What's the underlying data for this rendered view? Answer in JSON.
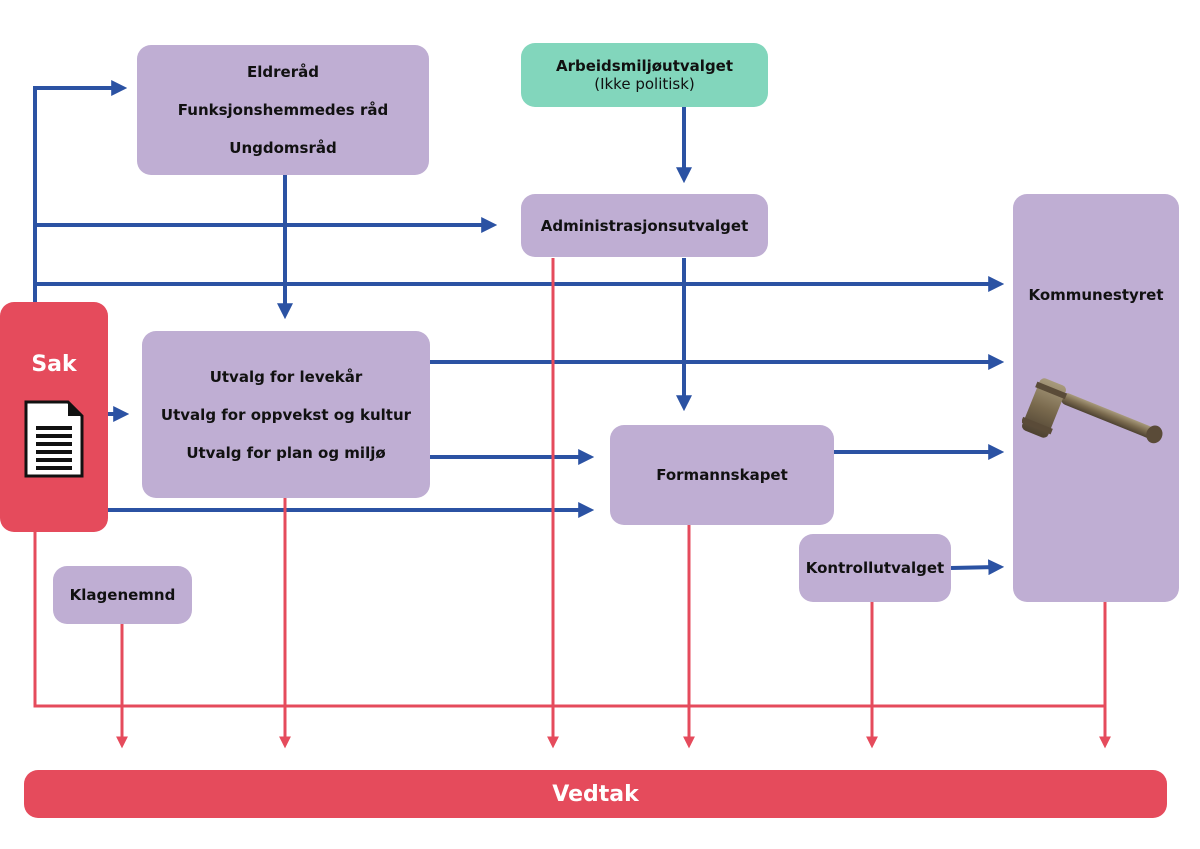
{
  "boxes": {
    "group1": [
      "Eldreråd",
      "Funksjonshemmedes råd",
      "Ungdomsråd"
    ],
    "arbeidsmiljo": {
      "title": "Arbeidsmiljøutvalget",
      "subtitle": "(Ikke politisk)"
    },
    "administrasjon": "Administrasjonsutvalget",
    "kommunestyret": "Kommunestyret",
    "sak": "Sak",
    "group2": [
      "Utvalg for levekår",
      "Utvalg for oppvekst og kultur",
      "Utvalg for plan og miljø"
    ],
    "formannskapet": "Formannskapet",
    "kontrollutvalget": "Kontrollutvalget",
    "klagenemnd": "Klagenemnd",
    "vedtak": "Vedtak"
  },
  "icons": {
    "sak": "document-icon",
    "kommunestyret": "gavel-icon"
  },
  "colors": {
    "blue": "#2b52a3",
    "red": "#e54b5c",
    "purple": "#bfaed3",
    "green": "#82d6bc"
  }
}
